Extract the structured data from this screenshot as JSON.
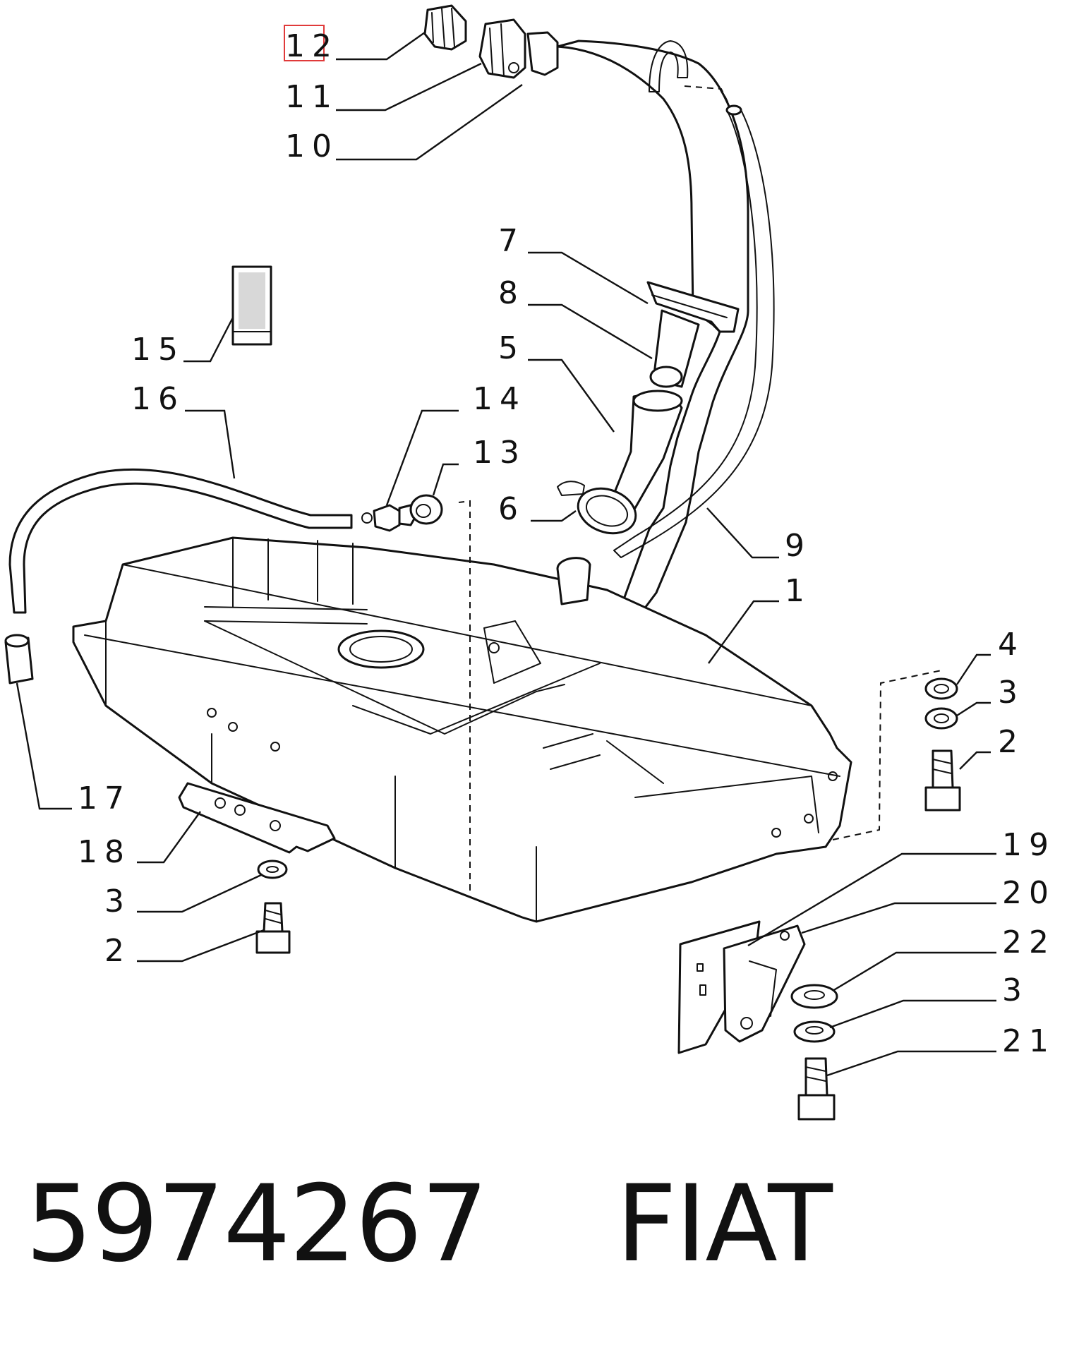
{
  "callouts": {
    "c12": "12",
    "c11": "11",
    "c10": "10",
    "c7": "7",
    "c8": "8",
    "c5": "5",
    "c15": "15",
    "c16": "16",
    "c14": "14",
    "c13": "13",
    "c6": "6",
    "c9": "9",
    "c1": "1",
    "c4": "4",
    "c3a": "3",
    "c2a": "2",
    "c17": "17",
    "c18": "18",
    "c3b": "3",
    "c2b": "2",
    "c19": "19",
    "c20": "20",
    "c22": "22",
    "c3c": "3",
    "c21": "21"
  },
  "footer": {
    "part_number": "5974267",
    "brand": "FIAT"
  },
  "highlight_color": "#e03a3a"
}
